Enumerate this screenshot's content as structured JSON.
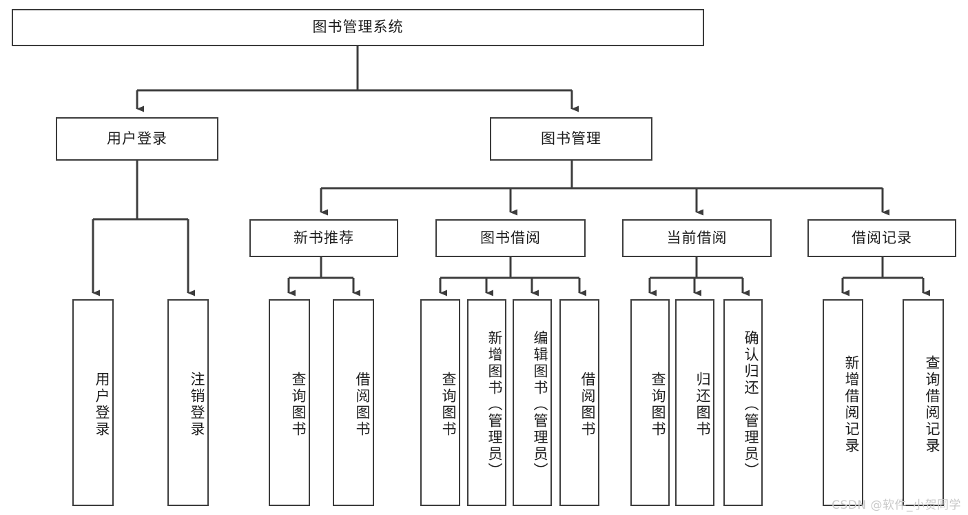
{
  "diagram": {
    "title": "图书管理系统",
    "type": "tree",
    "watermark": "CSDN @软件_小贺同学",
    "colors": {
      "node_border": "#3d3d3d",
      "node_fill": "#ffffff",
      "connector": "#3d3d3d",
      "text": "#1d1d1d",
      "watermark": "#c9c9c9",
      "background": "#ffffff"
    },
    "nodes": {
      "root": {
        "label": "图书管理系统",
        "orientation": "horizontal"
      },
      "level2": [
        {
          "id": "user-login",
          "label": "用户登录",
          "orientation": "horizontal"
        },
        {
          "id": "book-management",
          "label": "图书管理",
          "orientation": "horizontal"
        }
      ],
      "level3": [
        {
          "id": "new-book-recommend",
          "label": "新书推荐",
          "orientation": "horizontal"
        },
        {
          "id": "book-borrow",
          "label": "图书借阅",
          "orientation": "horizontal"
        },
        {
          "id": "current-borrow",
          "label": "当前借阅",
          "orientation": "horizontal"
        },
        {
          "id": "borrow-record",
          "label": "借阅记录",
          "orientation": "horizontal"
        }
      ],
      "leaves": [
        {
          "id": "leaf-user-login",
          "label": "用户登录",
          "parent": "user-login",
          "orientation": "vertical"
        },
        {
          "id": "leaf-logout",
          "label": "注销登录",
          "parent": "user-login",
          "orientation": "vertical"
        },
        {
          "id": "leaf-query-book-1",
          "label": "查询图书",
          "parent": "new-book-recommend",
          "orientation": "vertical"
        },
        {
          "id": "leaf-borrow-book-1",
          "label": "借阅图书",
          "parent": "new-book-recommend",
          "orientation": "vertical"
        },
        {
          "id": "leaf-query-book-2",
          "label": "查询图书",
          "parent": "book-borrow",
          "orientation": "vertical"
        },
        {
          "id": "leaf-add-book",
          "label": "新增图书（管理员）",
          "parent": "book-borrow",
          "orientation": "vertical"
        },
        {
          "id": "leaf-edit-book",
          "label": "编辑图书（管理员）",
          "parent": "book-borrow",
          "orientation": "vertical"
        },
        {
          "id": "leaf-borrow-book-2",
          "label": "借阅图书",
          "parent": "book-borrow",
          "orientation": "vertical"
        },
        {
          "id": "leaf-query-book-3",
          "label": "查询图书",
          "parent": "current-borrow",
          "orientation": "vertical"
        },
        {
          "id": "leaf-return-book",
          "label": "归还图书",
          "parent": "current-borrow",
          "orientation": "vertical"
        },
        {
          "id": "leaf-confirm-return",
          "label": "确认归还（管理员）",
          "parent": "current-borrow",
          "orientation": "vertical"
        },
        {
          "id": "leaf-add-record",
          "label": "新增借阅记录",
          "parent": "borrow-record",
          "orientation": "vertical"
        },
        {
          "id": "leaf-query-record",
          "label": "查询借阅记录",
          "parent": "borrow-record",
          "orientation": "vertical"
        }
      ]
    }
  }
}
